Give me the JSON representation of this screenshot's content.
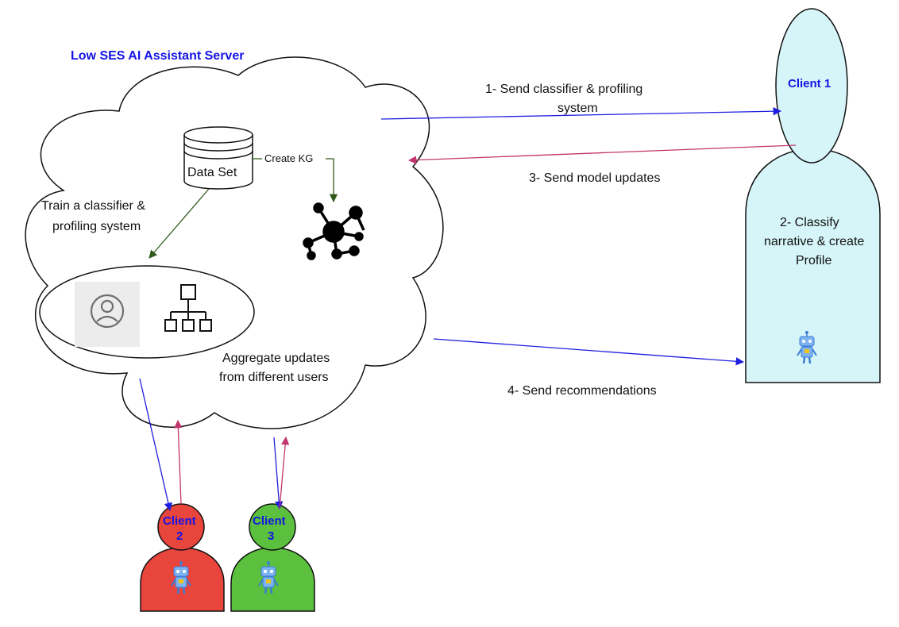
{
  "server": {
    "title": "Low SES AI Assistant Server",
    "dataset_label": "Data Set",
    "create_kg_label": "Create KG",
    "train_label": [
      "Train a classifier &",
      "profiling system"
    ],
    "aggregate_label": [
      "Aggregate updates",
      "from different users"
    ]
  },
  "clients": {
    "client1": {
      "label": "Client 1",
      "classify_label": [
        "2- Classify",
        "narrative & create",
        "Profile"
      ]
    },
    "client2": {
      "label": [
        "Client",
        "2"
      ]
    },
    "client3": {
      "label": [
        "Client",
        "3"
      ]
    }
  },
  "flows": {
    "send_classifier": [
      "1- Send classifier &  profiling",
      "system"
    ],
    "send_updates": "3- Send model updates",
    "send_recommendations": "4- Send recommendations"
  },
  "colors": {
    "blue_arrow": "#1e1ee0",
    "pink_arrow": "#c2346e",
    "green_arrow": "#2f5a1c",
    "client1_fill": "#d6f5f8",
    "client2_fill": "#e8453c",
    "client3_fill": "#5bc03e",
    "label_blue": "#1414e6"
  }
}
